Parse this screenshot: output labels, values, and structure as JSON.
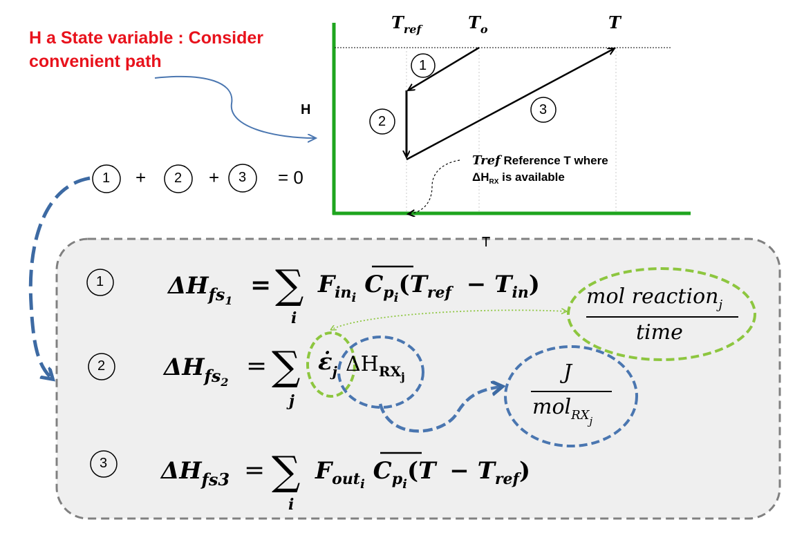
{
  "title": "H a State variable :  Consider convenient path",
  "axis": {
    "y_label": "H",
    "x_label": "T"
  },
  "temperatures": {
    "t_ref": "ref",
    "t_o": "o",
    "t": "T"
  },
  "path_labels": [
    "1",
    "2",
    "3"
  ],
  "sum_equation": {
    "t1": "1",
    "plus1": "+",
    "t2": "2",
    "plus2": "+",
    "t3": "3",
    "equals": "= 0"
  },
  "tref_note": {
    "tref_word": "Tref",
    "line1": "Reference T where",
    "delta": "ΔH",
    "rx": "RX",
    "line2_rest": " is available"
  },
  "equations": [
    {
      "num": "1",
      "lhs": "ΔH",
      "lhs_sub": "fs",
      "lhs_sub2": "1"
    },
    {
      "num": "2",
      "lhs": "ΔH",
      "lhs_sub": "fs",
      "lhs_sub2": "2"
    },
    {
      "num": "3",
      "lhs": "ΔH",
      "lhs_sub": "fs3"
    }
  ],
  "eq_parts": {
    "equals": "=",
    "sum": "∑",
    "idx_i": "i",
    "idx_j": "j",
    "F": "F",
    "in": "in",
    "out": "out",
    "C": "C",
    "p": "p",
    "T": "T",
    "ref": "ref",
    "minus": "−",
    "lparen": "(",
    "rparen": ")",
    "eps": "ε̇",
    "dH": "ΔH",
    "RX": "RX",
    "eq1_tin": "in"
  },
  "units": {
    "mol_reaction": "mol reaction",
    "mol_reaction_sub": "j",
    "time": "time",
    "J": "J",
    "mol_rx": "mol",
    "mol_rx_sub": "RX",
    "mol_rx_sub2": "j"
  },
  "colors": {
    "title": "#e8121c",
    "axis": "#1fa51f",
    "blue": "#4a76b0",
    "green": "#8dc63f",
    "panel": "#efefef",
    "panel_border": "#808080"
  }
}
